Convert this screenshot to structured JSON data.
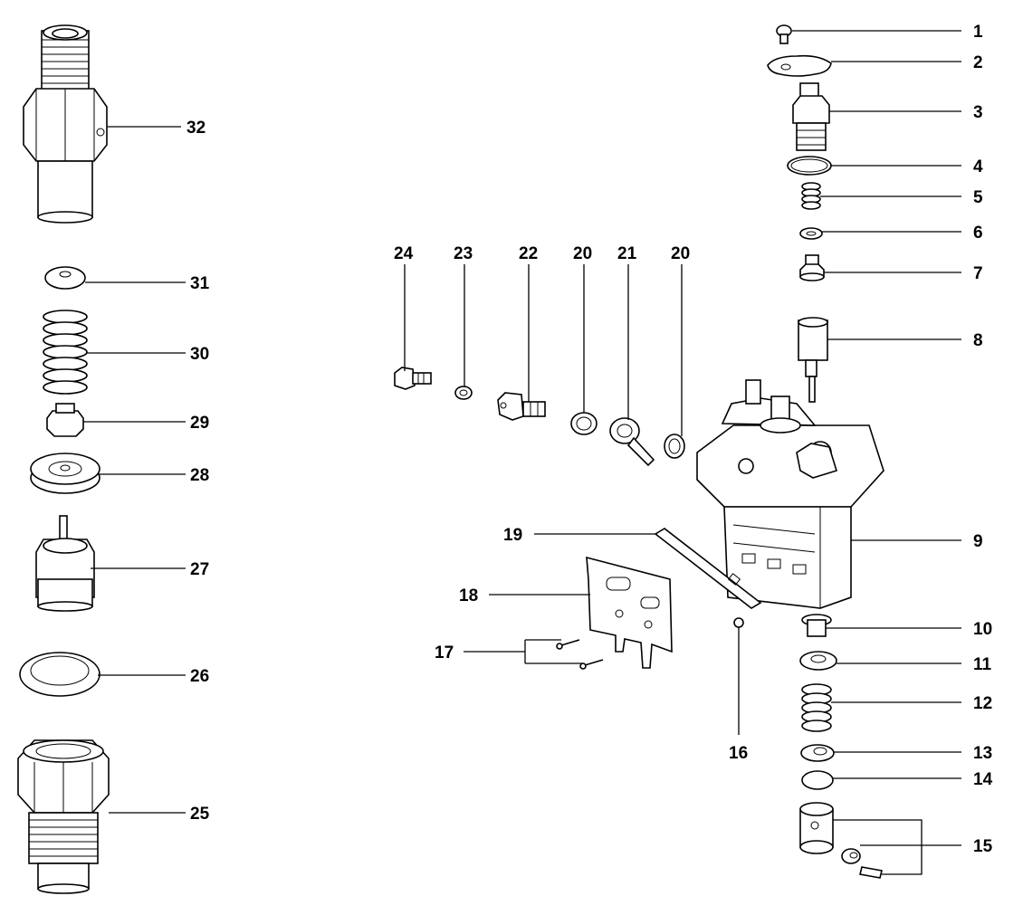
{
  "figure": {
    "callouts": {
      "c1": "1",
      "c2": "2",
      "c3": "3",
      "c4": "4",
      "c5": "5",
      "c6": "6",
      "c7": "7",
      "c8": "8",
      "c9": "9",
      "c10": "10",
      "c11": "11",
      "c12": "12",
      "c13": "13",
      "c14": "14",
      "c15": "15",
      "c16": "16",
      "c17": "17",
      "c18": "18",
      "c19": "19",
      "c20a": "20",
      "c20b": "20",
      "c21": "21",
      "c22": "22",
      "c23": "23",
      "c24": "24",
      "c25": "25",
      "c26": "26",
      "c27": "27",
      "c28": "28",
      "c29": "29",
      "c30": "30",
      "c31": "31",
      "c32": "32"
    }
  }
}
